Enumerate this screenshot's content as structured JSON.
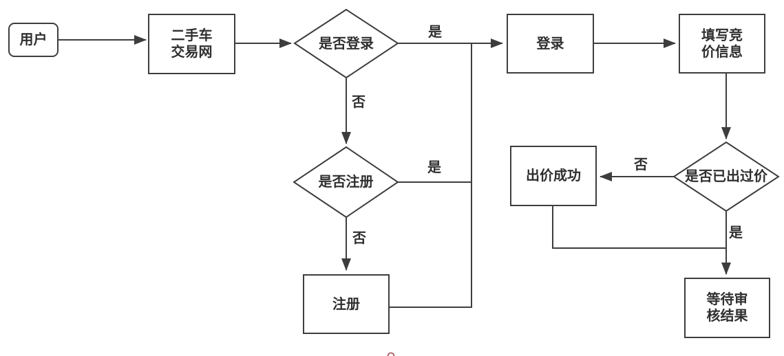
{
  "diagram": {
    "nodes": {
      "user": {
        "label": "用户"
      },
      "site": {
        "label": "二手车\n交易网"
      },
      "login_check": {
        "label": "是否登录"
      },
      "login": {
        "label": "登录"
      },
      "fill_bid": {
        "label": "填写竞\n价信息"
      },
      "register_check": {
        "label": "是否注册"
      },
      "register": {
        "label": "注册"
      },
      "bid_success": {
        "label": "出价成功"
      },
      "bid_before_check": {
        "label": "是否已出过价"
      },
      "wait_result": {
        "label": "等待审\n核结果"
      }
    },
    "edge_labels": {
      "login_yes": "是",
      "login_no": "否",
      "register_yes": "是",
      "register_no": "否",
      "bid_before_no": "否",
      "bid_before_yes": "是"
    },
    "colors": {
      "line": "#3d3d3d",
      "text": "#2f2f2f",
      "node_fill": "#ffffff",
      "background": "#ffffff",
      "watermark_red": "#a2464b"
    }
  }
}
